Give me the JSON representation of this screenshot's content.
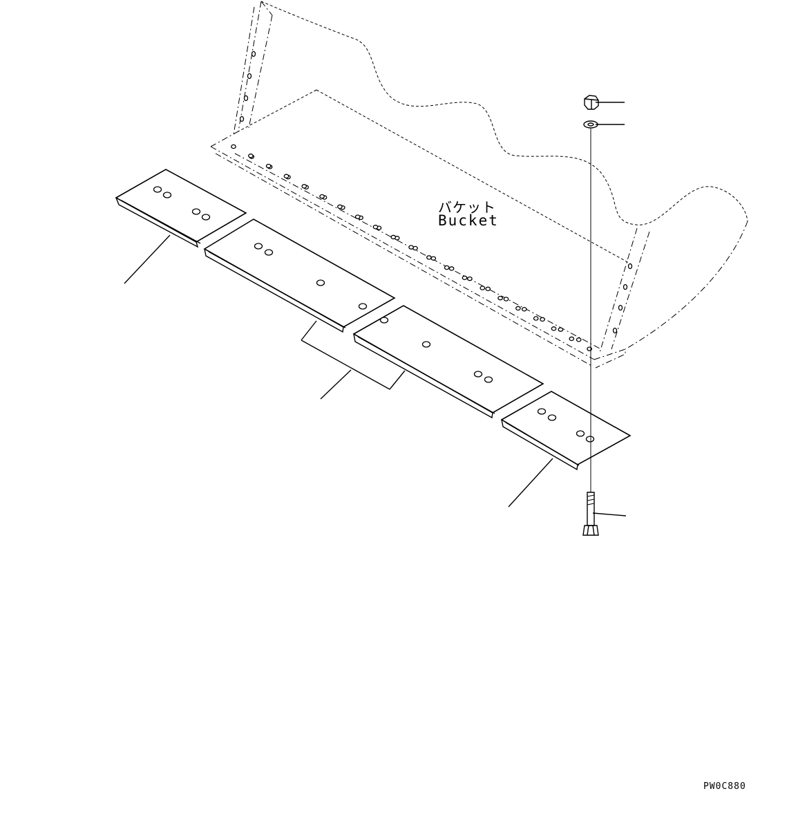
{
  "labels": {
    "part_jp": "バケット",
    "part_en": "Bucket",
    "drawing_code": "PW0C880"
  }
}
